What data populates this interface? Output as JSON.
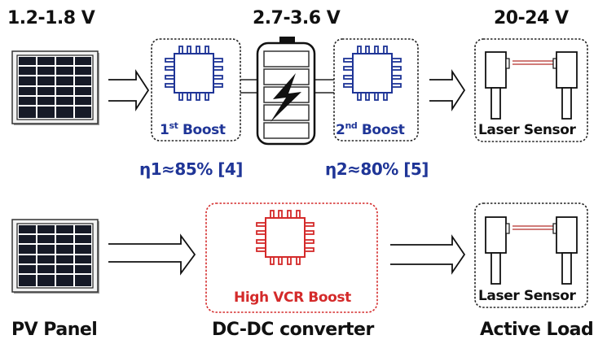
{
  "colors": {
    "text": "#111111",
    "blue": "#1f3597",
    "red": "#d42a2a",
    "laser_beam": "#c0504d",
    "panel_cell": "#161a27",
    "panel_frame": "#e8e8e8"
  },
  "top_row": {
    "pv_voltage": "1.2-1.8 V",
    "battery_voltage": "2.7-3.6 V",
    "load_voltage": "20-24 V",
    "boost1": {
      "num": "1",
      "suffix": "st",
      "label": "Boost"
    },
    "boost2": {
      "num": "2",
      "suffix": "nd",
      "label": "Boost"
    },
    "eta1": "η1≈85% [4]",
    "eta2": "η2≈80% [5]",
    "load_label": "Laser Sensor"
  },
  "bottom_row": {
    "converter_label": "High VCR Boost",
    "load_label": "Laser Sensor"
  },
  "captions": {
    "pv": "PV Panel",
    "converter": "DC-DC converter",
    "load": "Active Load"
  },
  "icons": {
    "pv_panel": "solar-panel-icon",
    "chip": "ic-chip-icon",
    "battery": "battery-icon",
    "lightning": "lightning-bolt-icon",
    "laser": "laser-sensor-icon",
    "arrow": "double-line-arrow-icon"
  }
}
